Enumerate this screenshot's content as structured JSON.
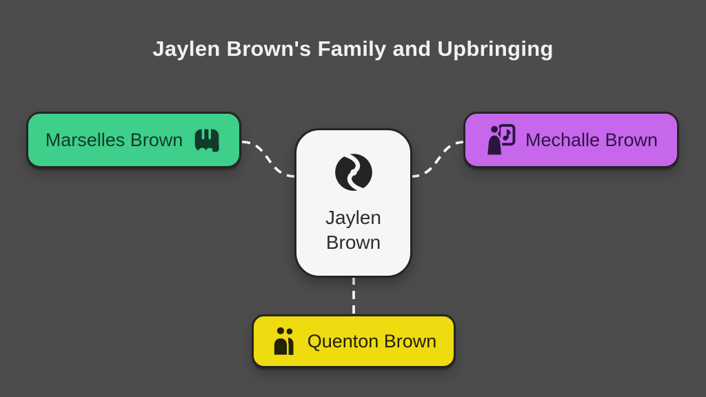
{
  "title": "Jaylen Brown's Family and Upbringing",
  "colors": {
    "background": "#4c4c4c",
    "title_text": "#f1f1f1",
    "ink": "#242424",
    "connector": "#ffffff",
    "node_bg": "#f6f6f6",
    "node_text": "#2d2d2d",
    "green": "#3ecf8a",
    "green_text": "#13392b",
    "purple": "#c767ec",
    "purple_text": "#2d1540",
    "yellow": "#eedb10",
    "yellow_text": "#242105"
  },
  "center_node": {
    "label": "Jaylen\nBrown",
    "icon": "swirl-logo"
  },
  "nodes": [
    {
      "label": "Marselles Brown",
      "icon": "fist",
      "position": "left"
    },
    {
      "label": "Mechalle Brown",
      "icon": "person-with-music",
      "position": "right"
    },
    {
      "label": "Quenton Brown",
      "icon": "two-people",
      "position": "bottom"
    }
  ]
}
